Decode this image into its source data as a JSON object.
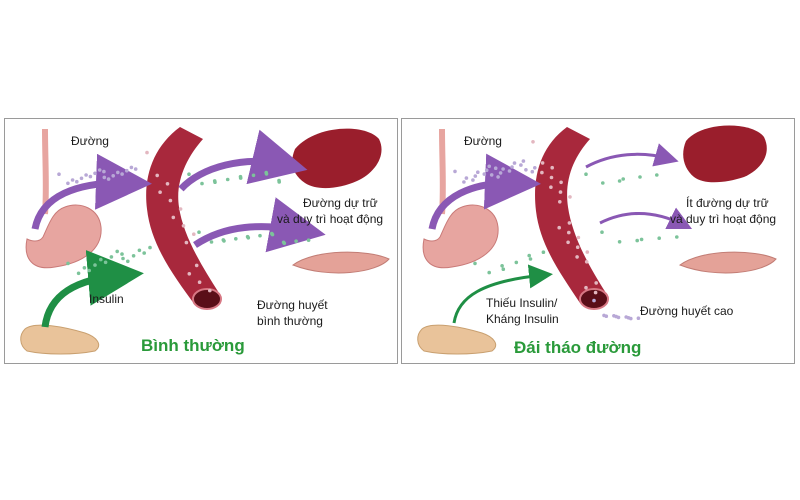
{
  "colors": {
    "title_green": "#2a9a3a",
    "arrow_purple": "#8a58b4",
    "arrow_green": "#1f8f45",
    "vessel_red": "#a8283c",
    "liver": "#9a1e2c",
    "stomach_pink": "#e7a5a0",
    "muscle_pink": "#e4a298",
    "pancreas": "#e9c39a",
    "glucose_dot": "#b8a8d6",
    "insulin_dot": "#7cc39a"
  },
  "panels": [
    {
      "id": "normal",
      "title": "Bình thường",
      "labels": {
        "sugar": "Đường",
        "storage_line1": "Đường dự trữ",
        "storage_line2": "và duy trì hoạt động",
        "insulin_line1": "Insulin",
        "insulin_line2": "",
        "blood_line1": "Đường huyết",
        "blood_line2": "bình thường"
      }
    },
    {
      "id": "diabetes",
      "title": "Đái tháo đường",
      "labels": {
        "sugar": "Đường",
        "storage_line1": "Ít đường dự trữ",
        "storage_line2": "và duy trì hoạt động",
        "insulin_line1": "Thiếu Insulin/",
        "insulin_line2": "Kháng Insulin",
        "blood_line1": "Đường huyết cao",
        "blood_line2": ""
      }
    }
  ]
}
